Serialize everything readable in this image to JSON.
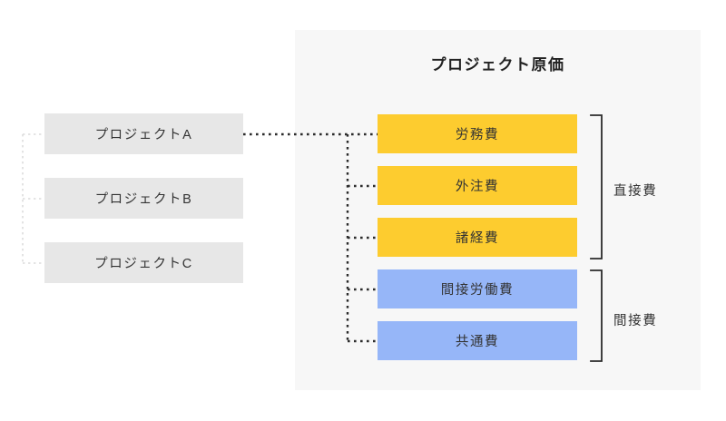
{
  "panel": {
    "title": "プロジェクト原価"
  },
  "projects": {
    "items": [
      {
        "label": "プロジェクトA"
      },
      {
        "label": "プロジェクトB"
      },
      {
        "label": "プロジェクトC"
      }
    ]
  },
  "costs": {
    "items": [
      {
        "label": "労務費",
        "color": "#fdcc2f",
        "category": "direct"
      },
      {
        "label": "外注費",
        "color": "#fdcc2f",
        "category": "direct"
      },
      {
        "label": "諸経費",
        "color": "#fdcc2f",
        "category": "direct"
      },
      {
        "label": "間接労働費",
        "color": "#96b6f8",
        "category": "indirect"
      },
      {
        "label": "共通費",
        "color": "#96b6f8",
        "category": "indirect"
      }
    ]
  },
  "groups": {
    "items": [
      {
        "label": "直接費"
      },
      {
        "label": "間接費"
      }
    ]
  },
  "colors": {
    "panel_background": "#f7f7f7",
    "project_box": "#e7e7e7",
    "direct_cost": "#fdcc2f",
    "indirect_cost": "#96b6f8",
    "connector_dark": "#2b2b2b",
    "connector_light": "#dddddd",
    "bracket": "#2b2b2b",
    "text": "#333333"
  }
}
